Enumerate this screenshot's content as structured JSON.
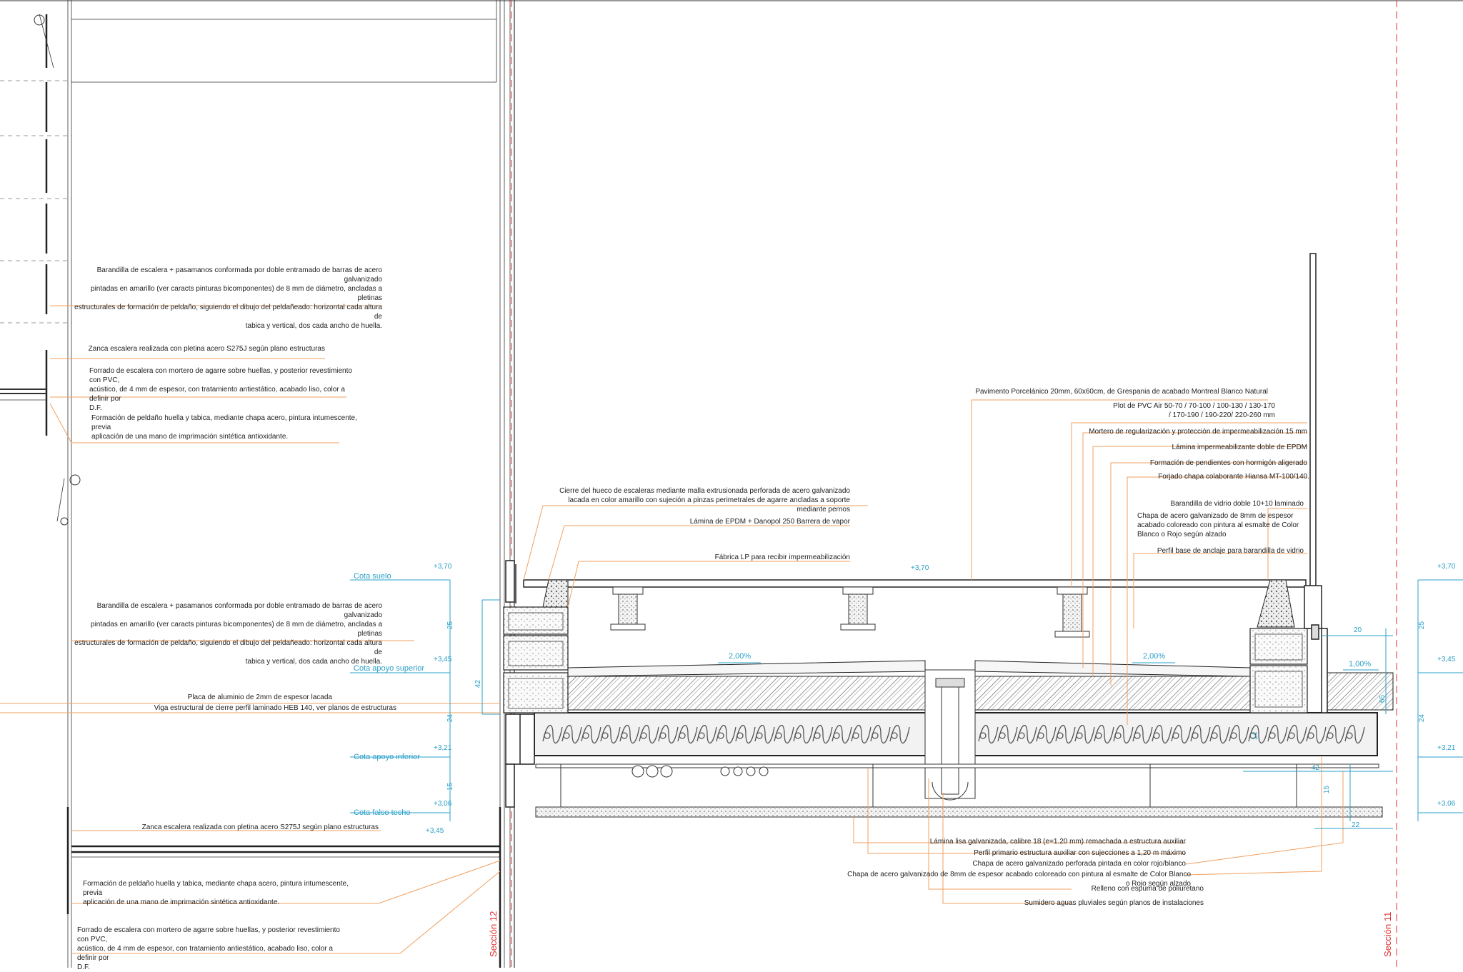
{
  "drawing": {
    "colors": {
      "leader": "#f0a060",
      "level": "#2aa0c8",
      "section_line": "#e03030",
      "ink": "#222222"
    },
    "left_notes": [
      "Barandilla de escalera + pasamanos conformada por doble entramado de barras de acero galvanizado\npintadas en amarillo (ver caracts pinturas bicomponentes) de 8 mm de diámetro, ancladas a pletinas\nestructurales de formación de peldaño, siguiendo el dibujo del peldañeado: horizontal cada altura de\ntabica y vertical, dos cada ancho de huella.",
      "Zanca escalera realizada con pletina acero S275J según plano estructuras",
      "Forrado de escalera con mortero de agarre sobre huellas, y posterior revestimiento con PVC,\nacústico, de 4 mm de espesor, con tratamiento antiestático, acabado liso, color a definir por\nD.F.",
      "Formación de peldaño huella y tabica, mediante chapa acero, pintura intumescente, previa\naplicación de una mano de imprimación sintética antioxidante.",
      "Barandilla de escalera + pasamanos conformada por doble entramado de barras de acero galvanizado\npintadas en amarillo (ver caracts pinturas bicomponentes) de 8 mm de diámetro, ancladas a pletinas\nestructurales de formación de peldaño, siguiendo el dibujo del peldañeado: horizontal cada altura de\ntabica y vertical, dos cada ancho de huella.",
      "Placa de aluminio de 2mm de espesor lacada",
      "Viga estructural de cierre perfil laminado HEB 140, ver planos de estructuras",
      "Zanca escalera realizada con pletina acero S275J según plano estructuras",
      "Formación de peldaño huella y tabica, mediante chapa acero, pintura intumescente, previa\naplicación de una mano de imprimación sintética antioxidante.",
      "Forrado de escalera con mortero de agarre sobre huellas, y posterior revestimiento con PVC,\nacústico, de 4 mm de espesor, con tratamiento antiestático, acabado liso, color a definir por\nD.F."
    ],
    "top_notes": [
      "Cierre del hueco de escaleras mediante malla extrusionada  perforada de acero galvanizado\nlacada en color amarillo con sujeción a pinzas perimetrales de agarre ancladas a soporte mediante pernos",
      "Lámina de EPDM + Danopol 250 Barrera de vapor",
      "Fábrica LP para recibir impermeabilización"
    ],
    "right_notes": [
      "Pavimento Porcelánico 20mm, 60x60cm, de Grespania de acabado Montreal Blanco Natural",
      "Plot de PVC Air 50-70 / 70-100 / 100-130 / 130-170\n/ 170-190 / 190-220/ 220-260 mm",
      "Mortero de regularización y protección de impermeabilización 15 mm",
      "Lámina impermeabilizante doble de EPDM",
      "Formación de pendientes con hormigón aligerado",
      "Forjado chapa colaborante Hiansa MT-100/140.",
      "Barandilla de vidrio doble 10+10 laminado",
      "Chapa de acero galvanizado de 8mm de espesor\nacabado coloreado con pintura al esmalte de Color\nBlanco o Rojo según alzado",
      "Perfil base de anclaje para barandilla de vidrio"
    ],
    "bottom_notes": [
      "Lámina lisa galvanizada, calibre 18 (e=1.20 mm) remachada a estructura auxiliar",
      "Perfil primario estructura auxiliar con sujecciones a 1,20 m máximo",
      "Chapa de acero galvanizado perforada pintada en color rojo/blanco",
      "Chapa de acero galvanizado de 8mm de espesor acabado coloreado con pintura al esmalte de Color Blanco o Rojo según alzado",
      "Relleno con espuma de poliuretano",
      "Sumidero aguas pluviales según planos de instalaciones"
    ],
    "levels": [
      {
        "name": "Cota suelo",
        "value": "+3,70"
      },
      {
        "name": "Cota apoyo superior",
        "value": "+3,45"
      },
      {
        "name": "Cota apoyo inferior",
        "value": "+3,21"
      },
      {
        "name": "Cota falso techo",
        "value": "+3,06"
      }
    ],
    "extra_level": "+3,45",
    "center_level": "+3,70",
    "left_dims": [
      "25",
      "42",
      "24",
      "15"
    ],
    "right_dims": [
      "20",
      "25",
      "65",
      "24",
      "42",
      "15",
      "22"
    ],
    "right_levels": [
      "+3,70",
      "+3,45",
      "+3,21",
      "+3,06"
    ],
    "slopes": [
      "2,00%",
      "2,00%",
      "1,00%"
    ],
    "small_dim": "14",
    "sections": [
      "Sección 12",
      "Sección 11"
    ]
  }
}
